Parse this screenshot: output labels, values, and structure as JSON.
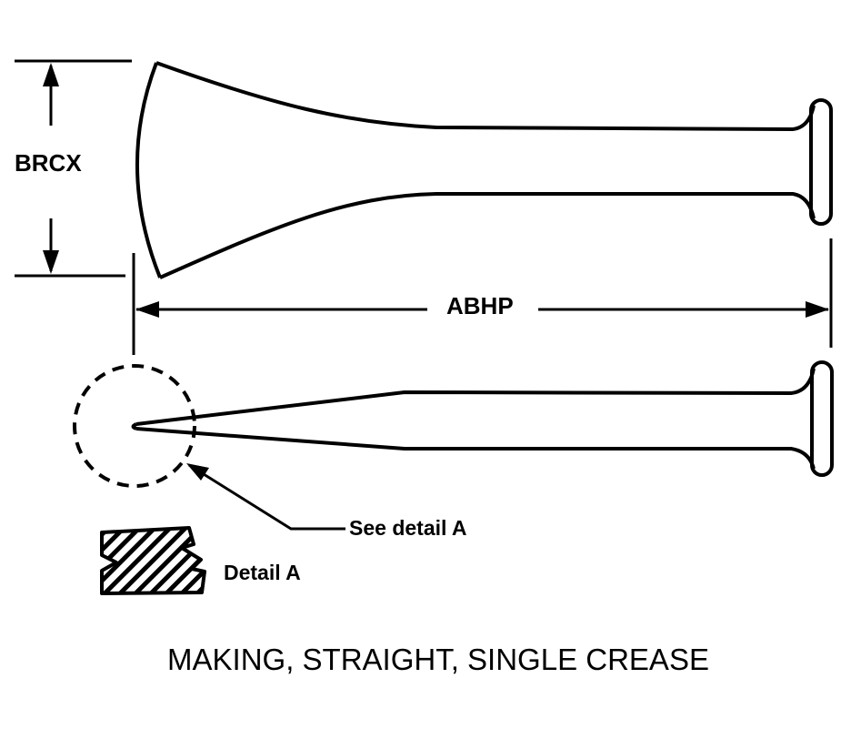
{
  "dimensions": {
    "height_label": "BRCX",
    "length_label": "ABHP"
  },
  "callouts": {
    "see_detail": "See detail A",
    "detail": "Detail A"
  },
  "caption": "MAKING, STRAIGHT, SINGLE CREASE",
  "colors": {
    "ink": "#000000",
    "background": "#ffffff"
  }
}
